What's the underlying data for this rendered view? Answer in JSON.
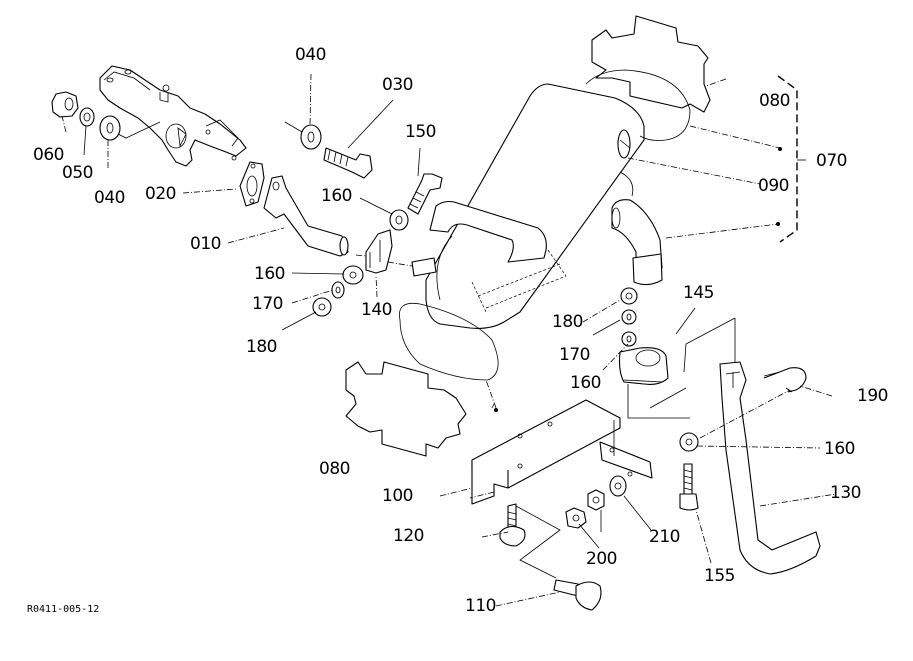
{
  "diagram": {
    "title": "Exhaust muffler assembly – exploded parts view",
    "drawing_code": "R0411-005-12",
    "line_color": "#000000",
    "background": "#ffffff"
  },
  "callouts": [
    {
      "id": "l040a",
      "text": "040",
      "part": "washer"
    },
    {
      "id": "l030",
      "text": "030",
      "part": "bolt"
    },
    {
      "id": "l150",
      "text": "150",
      "part": "bolt"
    },
    {
      "id": "l160a",
      "text": "160",
      "part": "washer"
    },
    {
      "id": "l060",
      "text": "060",
      "part": "nut"
    },
    {
      "id": "l050",
      "text": "050",
      "part": "spring washer"
    },
    {
      "id": "l040b",
      "text": "040",
      "part": "washer"
    },
    {
      "id": "l020",
      "text": "020",
      "part": "gasket"
    },
    {
      "id": "l010",
      "text": "010",
      "part": "exhaust pipe"
    },
    {
      "id": "l160b",
      "text": "160",
      "part": "washer"
    },
    {
      "id": "l170a",
      "text": "170",
      "part": "spring washer"
    },
    {
      "id": "l140",
      "text": "140",
      "part": "pipe clamp"
    },
    {
      "id": "l180a",
      "text": "180",
      "part": "nut"
    },
    {
      "id": "l080a",
      "text": "080",
      "part": "muffler gasket plate"
    },
    {
      "id": "l090",
      "text": "090",
      "part": "muffler"
    },
    {
      "id": "l070",
      "text": "070",
      "part": "muffler assembly"
    },
    {
      "id": "l180b",
      "text": "180",
      "part": "nut"
    },
    {
      "id": "l145",
      "text": "145",
      "part": "clamp"
    },
    {
      "id": "l170b",
      "text": "170",
      "part": "spring washer"
    },
    {
      "id": "l160c",
      "text": "160",
      "part": "washer"
    },
    {
      "id": "l190",
      "text": "190",
      "part": "u-bolt"
    },
    {
      "id": "l160d",
      "text": "160",
      "part": "washer"
    },
    {
      "id": "l080b",
      "text": "080",
      "part": "muffler gasket plate"
    },
    {
      "id": "l100",
      "text": "100",
      "part": "muffler bracket"
    },
    {
      "id": "l130",
      "text": "130",
      "part": "tail pipe"
    },
    {
      "id": "l120",
      "text": "120",
      "part": "flange bolt"
    },
    {
      "id": "l200",
      "text": "200",
      "part": "nut"
    },
    {
      "id": "l210",
      "text": "210",
      "part": "washer"
    },
    {
      "id": "l155",
      "text": "155",
      "part": "bolt"
    },
    {
      "id": "l110",
      "text": "110",
      "part": "flange bolt"
    }
  ]
}
